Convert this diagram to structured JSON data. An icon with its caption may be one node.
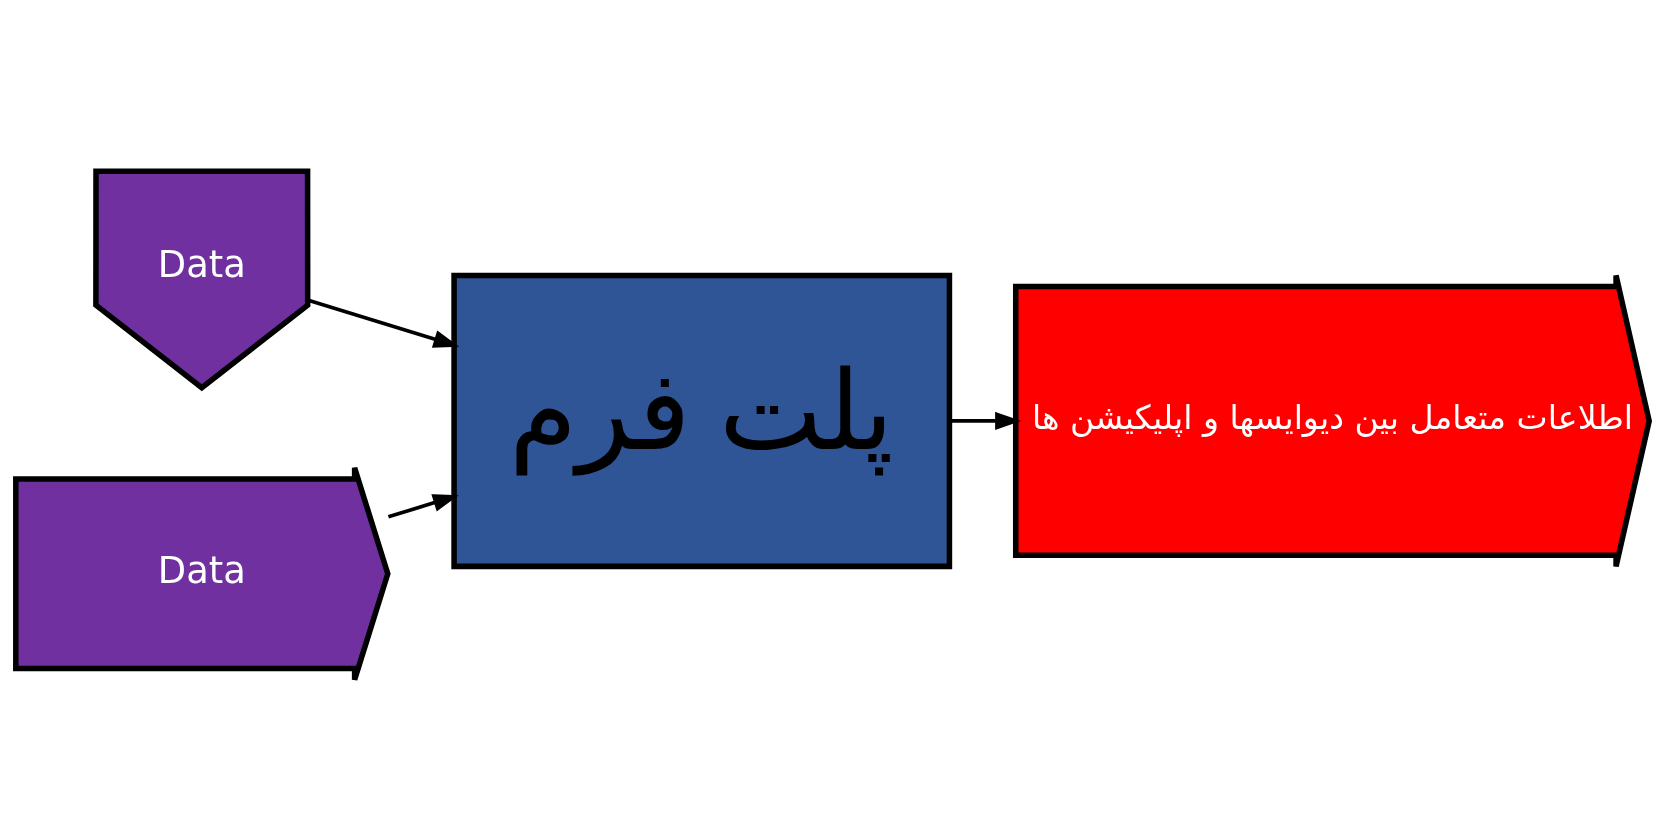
{
  "diagram": {
    "nodes": [
      {
        "text": [
          "Data"
        ]
      },
      {
        "text": [
          "Data"
        ]
      },
      {
        "text": [
          "پلت فرم"
        ]
      },
      {
        "text": [
          "اطلاعات متعامل بین دیوایسها و اپلیکیشن ها"
        ]
      }
    ],
    "edges": [
      {
        "from": 0,
        "to": 2,
        "arrow": "to"
      },
      {
        "from": 1,
        "to": 2,
        "arrow": "to"
      },
      {
        "from": 2,
        "to": 3,
        "arrow": "to"
      }
    ]
  }
}
